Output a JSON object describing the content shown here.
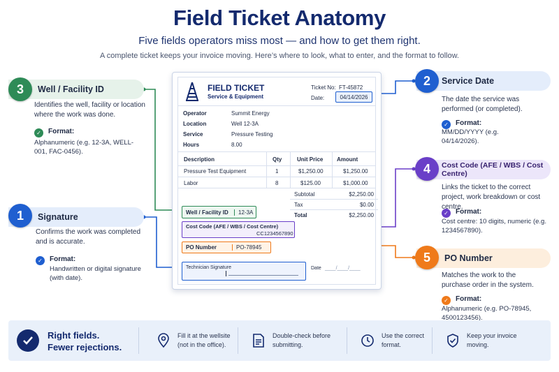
{
  "header": {
    "title": "Field Ticket Anatomy",
    "subtitle": "Five fields operators miss most — and how to get them right.",
    "intro": "A complete ticket keeps your invoice moving. Here’s where to look, what to enter, and the format to follow."
  },
  "colors": {
    "green": "#2e8b57",
    "blue": "#1f5fd0",
    "purple": "#6a3fc8",
    "orange": "#ef7a1a",
    "navy": "#142a6e",
    "footer_bg": "#e9f0fa"
  },
  "callouts": {
    "well": {
      "number": "3",
      "title": "Well / Facility ID",
      "description": "Identifies the well, facility or location where the work was done.",
      "format_label": "Format:",
      "format": "Alphanumeric (e.g. 12-3A, WELL-001, FAC-0456)."
    },
    "signature": {
      "number": "1",
      "title": "Signature",
      "description": "Confirms the work was completed and is accurate.",
      "format_label": "Format:",
      "format": "Handwritten or digital signature (with date)."
    },
    "service_date": {
      "number": "2",
      "title": "Service Date",
      "description": "The date the service was performed (or completed).",
      "format_label": "Format:",
      "format": "MM/DD/YYYY (e.g. 04/14/2026)."
    },
    "cost_code": {
      "number": "4",
      "title": "Cost Code (AFE / WBS / Cost Centre)",
      "description": "Links the ticket to the correct project, work breakdown or cost centre.",
      "format_label": "Format:",
      "format": "Cost centre: 10 digits, numeric (e.g. 1234567890)."
    },
    "po_number": {
      "number": "5",
      "title": "PO Number",
      "description": "Matches the work to the purchase order in the system.",
      "format_label": "Format:",
      "format": "Alphanumeric (e.g. PO-78945, 4500123456)."
    }
  },
  "ticket": {
    "title": "FIELD TICKET",
    "subtitle": "Service & Equipment",
    "ticket_no_label": "Ticket No:",
    "ticket_no": "FT-45872",
    "date_label": "Date:",
    "date": "04/14/2026",
    "info": [
      {
        "label": "Operator",
        "value": "Summit Energy"
      },
      {
        "label": "Location",
        "value": "Well 12-3A"
      },
      {
        "label": "Service",
        "value": "Pressure Testing"
      },
      {
        "label": "Hours",
        "value": "8.00"
      }
    ],
    "columns": [
      "Description",
      "Qty",
      "Unit Price",
      "Amount"
    ],
    "rows": [
      {
        "description": "Pressure Test Equipment",
        "qty": "1",
        "unit_price": "$1,250.00",
        "amount": "$1,250.00"
      },
      {
        "description": "Labor",
        "qty": "8",
        "unit_price": "$125.00",
        "amount": "$1,000.00"
      }
    ],
    "totals": [
      {
        "label": "Subtotal",
        "value": "$2,250.00"
      },
      {
        "label": "Tax",
        "value": "$0.00"
      },
      {
        "label": "Total",
        "value": "$2,250.00"
      }
    ],
    "well_field": {
      "label": "Well / Facility ID",
      "value": "12-3A"
    },
    "cost_field": {
      "label": "Cost Code (AFE / WBS / Cost Centre)",
      "value": "CC1234567890"
    },
    "po_field": {
      "label": "PO Number",
      "value": "PO-78945"
    },
    "signature_label": "Technician Signature",
    "signature_date_label": "Date",
    "signature_date_blank": "____/____/____"
  },
  "footer": {
    "headline_1": "Right fields.",
    "headline_2": "Fewer rejections.",
    "tips": [
      {
        "icon": "location-pin-icon",
        "line1": "Fill it at the wellsite",
        "line2": "(not in the office)."
      },
      {
        "icon": "document-icon",
        "line1": "Double-check before",
        "line2": "submitting."
      },
      {
        "icon": "clock-icon",
        "line1": "Use the correct",
        "line2": "format."
      },
      {
        "icon": "shield-check-icon",
        "line1": "Keep your invoice",
        "line2": "moving."
      }
    ]
  }
}
